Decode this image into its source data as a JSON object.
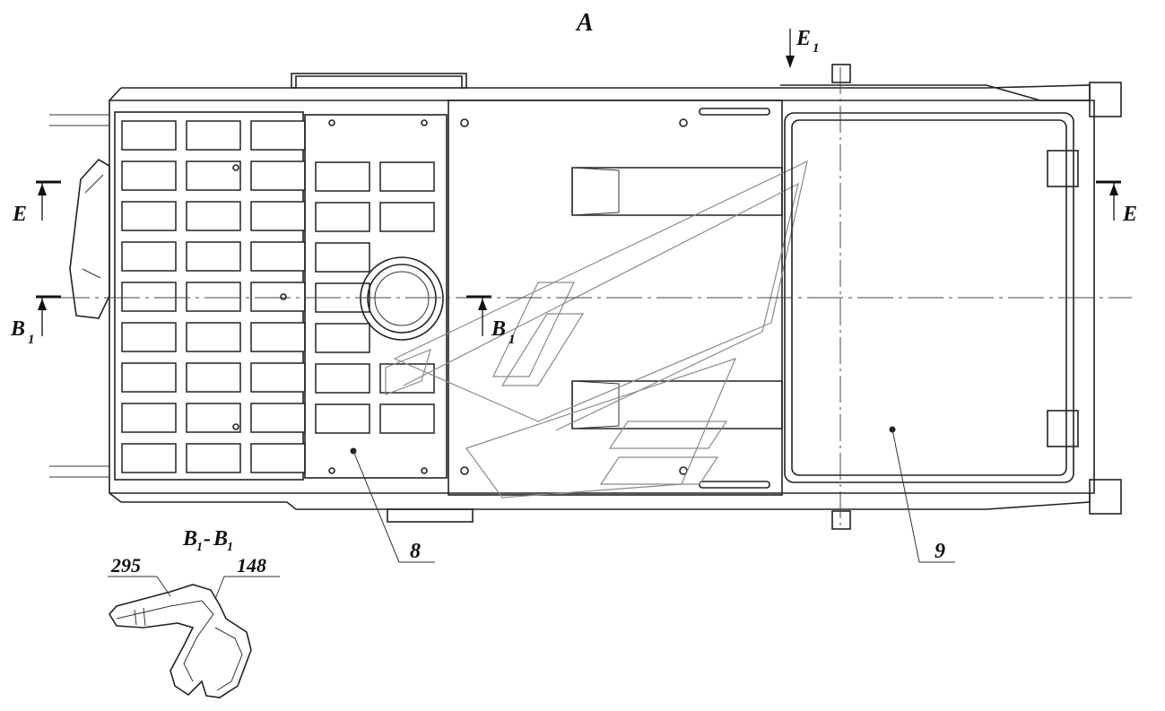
{
  "view_label": "A",
  "section_marks": {
    "e_left": "E",
    "e_right": "E",
    "e1": {
      "letter": "E",
      "index": "1"
    },
    "b1_left": {
      "letter": "B",
      "index": "1"
    },
    "b1_center": {
      "letter": "B",
      "index": "1"
    }
  },
  "callouts": {
    "item_8": "8",
    "item_9": "9",
    "item_295": "295",
    "item_148": "148"
  },
  "detail_title": {
    "left": "B",
    "left_index": "1",
    "dash": "-",
    "right": "B",
    "right_index": "1"
  }
}
